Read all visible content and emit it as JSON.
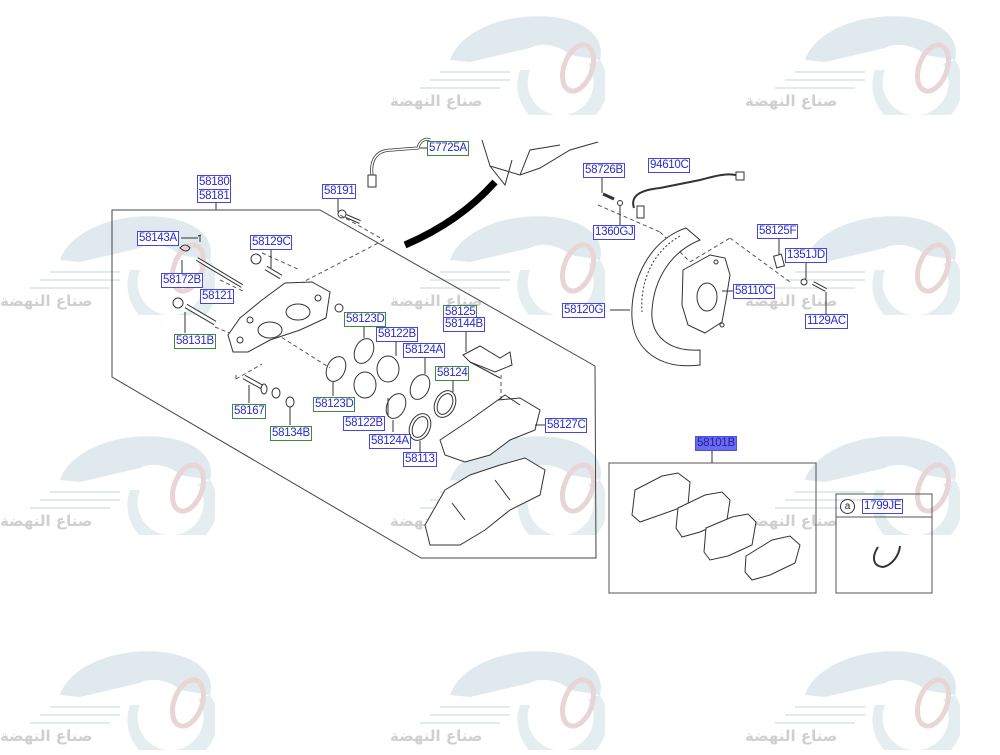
{
  "watermark": {
    "text": "صناع النهضة",
    "colors": {
      "car": "#d7e3ea",
      "gear": "#dde9ec",
      "tire": "#e8d6d6",
      "text": "#cfcfcf"
    }
  },
  "colors": {
    "label_text": "#2a2acc",
    "label_border_blue": "#4646d8",
    "label_border_green": "#3c8a3c",
    "selected_fill": "#6b6bf0",
    "line": "#333333"
  },
  "diagram": {
    "title": "Rear Brake Caliper / Disc Brake Assembly",
    "selected_part": "58101B",
    "labels": {
      "assy_a": "58180",
      "assy_b": "58181",
      "bolt_58191": "58191",
      "hose_57725A": "57725A",
      "clip_58143A": "58143A",
      "cap_58129C": "58129C",
      "boot_58172B": "58172B",
      "pin_58121": "58121",
      "bolt_58131B": "58131B",
      "seal_58123D_upper": "58123D",
      "seal_58123D_lower": "58123D",
      "piston_58122B_upper": "58122B",
      "piston_58122B_lower": "58122B",
      "ring_58124A_upper": "58124A",
      "ring_58124A_lower": "58124A",
      "spring_58125": "58125",
      "clip_58144B": "58144B",
      "ring_58124": "58124",
      "ring_58113": "58113",
      "guide_58167": "58167",
      "boot_58134B": "58134B",
      "carrier_58127C": "58127C",
      "bolt_58726B": "58726B",
      "sensor_94610C": "94610C",
      "washer_1360GJ": "1360GJ",
      "plate_58125F": "58125F",
      "washer_1351JD": "1351JD",
      "shield_58120G": "58120G",
      "knuckle_58110C": "58110C",
      "bolt_1129AC": "1129AC",
      "pads_58101B": "58101B",
      "wire_1799JE": "1799JE"
    },
    "callout_marker": "a"
  }
}
